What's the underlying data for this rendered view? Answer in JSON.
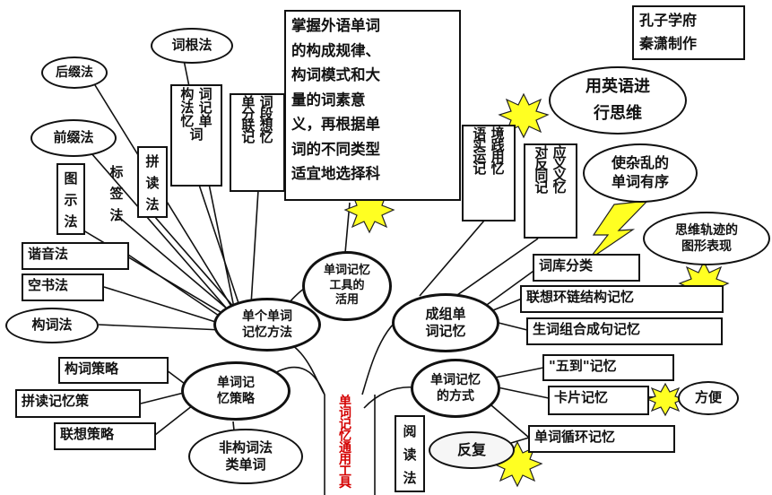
{
  "header": {
    "summary": "掌握外语单词\n的构成规律、\n构词模式和大\n量的词素意\n义，再根据单\n词的不同类型\n适宜地选择科",
    "credit": "孔子学府\n秦潇制作"
  },
  "center": {
    "trunk": "单\n词\n记\n忆\n通\n用\n工\n具",
    "hub": "单词记忆\n工具的\n活用",
    "reading": "阅\n读\n法"
  },
  "hubs": {
    "single": "单个单词\n记忆方法",
    "group": "成组单\n词记忆",
    "strategy": "单词记\n忆策略",
    "method": "单词记忆\n的方式"
  },
  "left_items": {
    "root": "词根法",
    "suffix": "后缀法",
    "prefix": "前缀法",
    "diagram": "图\n示\n法",
    "tag": "标\n签\n法",
    "spell": "拼\n读\n法",
    "formation": "构\n词\n法\n记\n忆\n单\n词",
    "segment": "单\n词\n分\n段\n联\n想\n记\n忆",
    "homophone": "谐音法",
    "airwrite": "空书法",
    "wordform": "构词法",
    "formation_strategy": "构词策略",
    "spell_strategy": "拼读记忆策",
    "assoc_strategy": "联想策略",
    "nonformation": "非构词法\n类单词"
  },
  "right_items": {
    "context": "语\n境\n实\n践\n运\n用\n记\n忆",
    "synonym": "对\n应\n反\n义\n同\n义\n记\n忆",
    "english_think": "用英语进\n行思维",
    "orderly": "使杂乱的\n单词有序",
    "track": "思维轨迹的\n图形表现",
    "lexicon": "词库分类",
    "chain": "联想环链结构记忆",
    "sentence": "生词组合成句记忆",
    "five": "\"五到\"记忆",
    "card": "卡片记忆",
    "convenient": "方便",
    "cycle": "单词循环记忆",
    "repeat": "反复"
  }
}
